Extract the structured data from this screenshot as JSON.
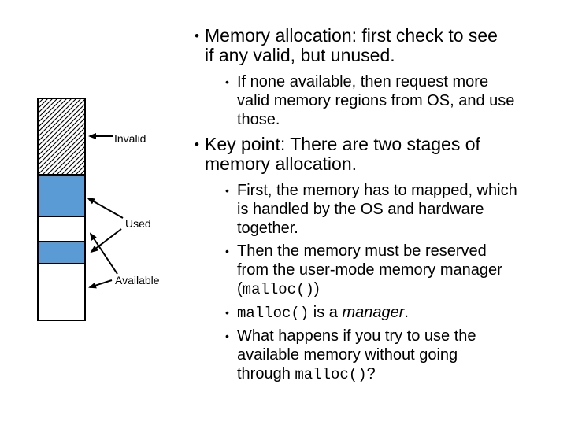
{
  "slide": {
    "background_color": "#ffffff",
    "text_color": "#000000",
    "bullet_char": "•",
    "bullets": [
      {
        "level": 1,
        "runs": [
          {
            "text": "Memory allocation: first check to see\nif any valid, but unused."
          }
        ]
      },
      {
        "level": 2,
        "runs": [
          {
            "text": "If none available, then request more\nvalid memory regions from OS, and use\nthose."
          }
        ]
      },
      {
        "level": 1,
        "runs": [
          {
            "text": "Key point: There are two stages of\nmemory allocation."
          }
        ]
      },
      {
        "level": 2,
        "runs": [
          {
            "text": "First, the memory has to mapped, which\nis handled by the OS and hardware\ntogether."
          }
        ]
      },
      {
        "level": 2,
        "runs": [
          {
            "text": "Then the memory must be reserved\nfrom the user-mode memory manager\n("
          },
          {
            "text": "malloc()",
            "style": "mono"
          },
          {
            "text": ")"
          }
        ]
      },
      {
        "level": 2,
        "runs": [
          {
            "text": "malloc()",
            "style": "mono"
          },
          {
            "text": " is a "
          },
          {
            "text": "manager",
            "style": "italic"
          },
          {
            "text": "."
          }
        ]
      },
      {
        "level": 2,
        "runs": [
          {
            "text": "What happens if you try to use the\navailable memory without going\nthrough "
          },
          {
            "text": "malloc()",
            "style": "mono"
          },
          {
            "text": "?"
          }
        ]
      }
    ]
  },
  "diagram": {
    "labels": {
      "invalid": "Invalid",
      "used": "Used",
      "available": "Available"
    },
    "colors": {
      "used_fill": "#5B9BD5",
      "available_fill": "#ffffff",
      "outline": "#000000"
    }
  }
}
